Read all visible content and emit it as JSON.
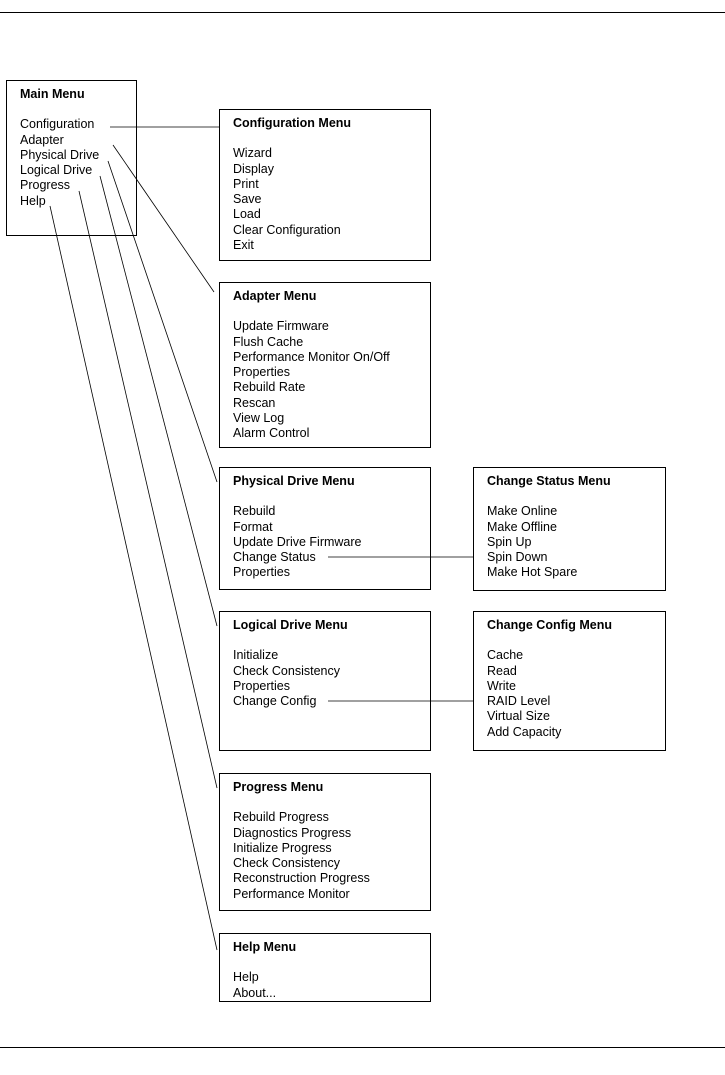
{
  "menus": {
    "main": {
      "title": "Main  Menu",
      "items": [
        "Configuration",
        "Adapter",
        "Physical Drive",
        "Logical Drive",
        "Progress",
        "Help"
      ]
    },
    "configuration": {
      "title": "Configuration Menu",
      "items": [
        "Wizard",
        "Display",
        "Print",
        "Save",
        "Load",
        "Clear Configuration",
        "Exit"
      ]
    },
    "adapter": {
      "title": "Adapter Menu",
      "items": [
        "Update Firmware",
        "Flush Cache",
        "Performance Monitor On/Off",
        "Properties",
        "Rebuild Rate",
        "Rescan",
        "View Log",
        "Alarm Control"
      ]
    },
    "physical": {
      "title": "Physical Drive  Menu",
      "items": [
        "Rebuild",
        "Format",
        "Update Drive Firmware",
        "Change Status",
        "Properties"
      ]
    },
    "change_status": {
      "title": "Change Status  Menu",
      "items": [
        "Make Online",
        "Make Offline",
        "Spin Up",
        "Spin Down",
        "Make Hot Spare"
      ]
    },
    "logical": {
      "title": "Logical Drive Menu",
      "items": [
        "Initialize",
        "Check Consistency",
        "Properties",
        "Change Config"
      ]
    },
    "change_config": {
      "title": "Change Config Menu",
      "items": [
        "Cache",
        "Read",
        "Write",
        "RAID Level",
        "Virtual Size",
        "Add Capacity"
      ]
    },
    "progress": {
      "title": "Progress  Menu",
      "items": [
        "Rebuild Progress",
        "Diagnostics Progress",
        "Initialize Progress",
        "Check Consistency",
        "Reconstruction Progress",
        "Performance Monitor"
      ]
    },
    "help": {
      "title": "Help Menu",
      "items": [
        "Help",
        "About..."
      ]
    }
  }
}
